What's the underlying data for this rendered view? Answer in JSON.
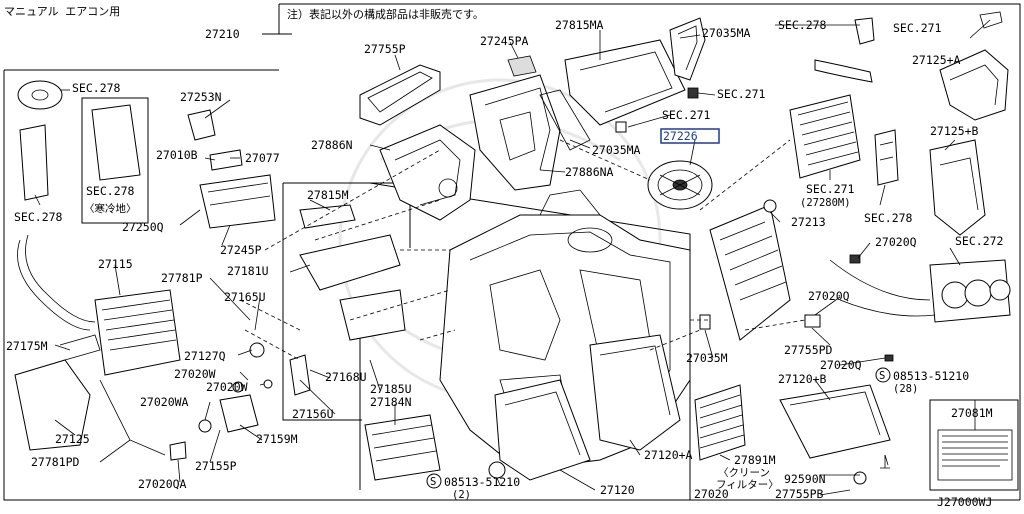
{
  "header": {
    "title": "マニュアル エアコン用",
    "note": "注）表記以外の構成部品は非販売です。"
  },
  "diagram_code": "J27000WJ",
  "labels": {
    "p27210": "27210",
    "p27755P": "27755P",
    "p27245PA": "27245PA",
    "p27815MA": "27815MA",
    "p27035MA_top": "27035MA",
    "sec278_top": "SEC.278",
    "sec271_top": "SEC.271",
    "p27125A": "27125+A",
    "sec271_mid": "SEC.271",
    "p27226": "27226",
    "p27035MA_mid": "27035MA",
    "p27886NA": "27886NA",
    "p27886N": "27886N",
    "sec278_left": "SEC.278",
    "p27253N": "27253N",
    "p27010B": "27010B",
    "p27077": "27077",
    "sec278_inner": "SEC.278",
    "sec278_inner_sub": "〈寒冷地〉",
    "sec278_bottomleft": "SEC.278",
    "p27250Q": "27250Q",
    "p27245P": "27245P",
    "p27815M": "27815M",
    "p27181U": "27181U",
    "p27165U": "27165U",
    "p27781P": "27781P",
    "p27115": "27115",
    "p27175M": "27175M",
    "p27127Q": "27127Q",
    "p27020W_1": "27020W",
    "p27020W_2": "27020W",
    "p27168U": "27168U",
    "p27185U": "27185U",
    "p27184N": "27184N",
    "p27156U": "27156U",
    "p27159M": "27159M",
    "p27020WA": "27020WA",
    "p27125": "27125",
    "p27781PD": "27781PD",
    "p27155P": "27155P",
    "p27020QA": "27020QA",
    "screw_left": "08513-51210",
    "screw_left_qty": "(2)",
    "p27120": "27120",
    "p27020": "27020",
    "p27120A": "27120+A",
    "p27891M": "27891M",
    "p27891M_sub1": "〈クリーン",
    "p27891M_sub2": "フィルター〉",
    "p92590N": "92590N",
    "p27755PB": "27755PB",
    "p27120B": "27120+B",
    "screw_right": "08513-51210",
    "screw_right_qty": "(28)",
    "p27081M": "27081M",
    "p27035M": "27035M",
    "p27755PD": "27755PD",
    "p27020Q_1": "27020Q",
    "p27020Q_2": "27020Q",
    "p27020Q_3": "27020Q",
    "sec272": "SEC.272",
    "p27213": "27213",
    "sec271_right": "SEC.271",
    "sec271_right_sub": "(27280M)",
    "sec278_right": "SEC.278",
    "p27125B": "27125+B"
  },
  "highlight_color": "#1a3a9c",
  "icons": [
    "screw-circle-s-icon"
  ]
}
